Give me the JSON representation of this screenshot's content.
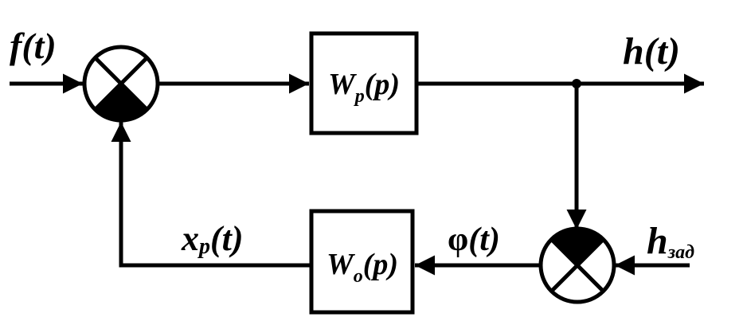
{
  "diagram": {
    "inputs": {
      "disturbance": {
        "base": "f",
        "arg": "(t)"
      },
      "setpoint": {
        "base": "h",
        "sub": "зад"
      }
    },
    "output": {
      "base": "h",
      "arg": "(t)"
    },
    "blocks": {
      "plant": {
        "base": "W",
        "sub": "p",
        "arg": "(p)"
      },
      "regulator": {
        "base": "W",
        "sub": "o",
        "arg": "(p)"
      }
    },
    "signals": {
      "error": {
        "base": "φ",
        "arg": "(t)"
      },
      "control": {
        "base": "x",
        "sub": "p",
        "arg": "(t)"
      }
    },
    "colors": {
      "line": "#000000",
      "background": "#ffffff"
    }
  }
}
